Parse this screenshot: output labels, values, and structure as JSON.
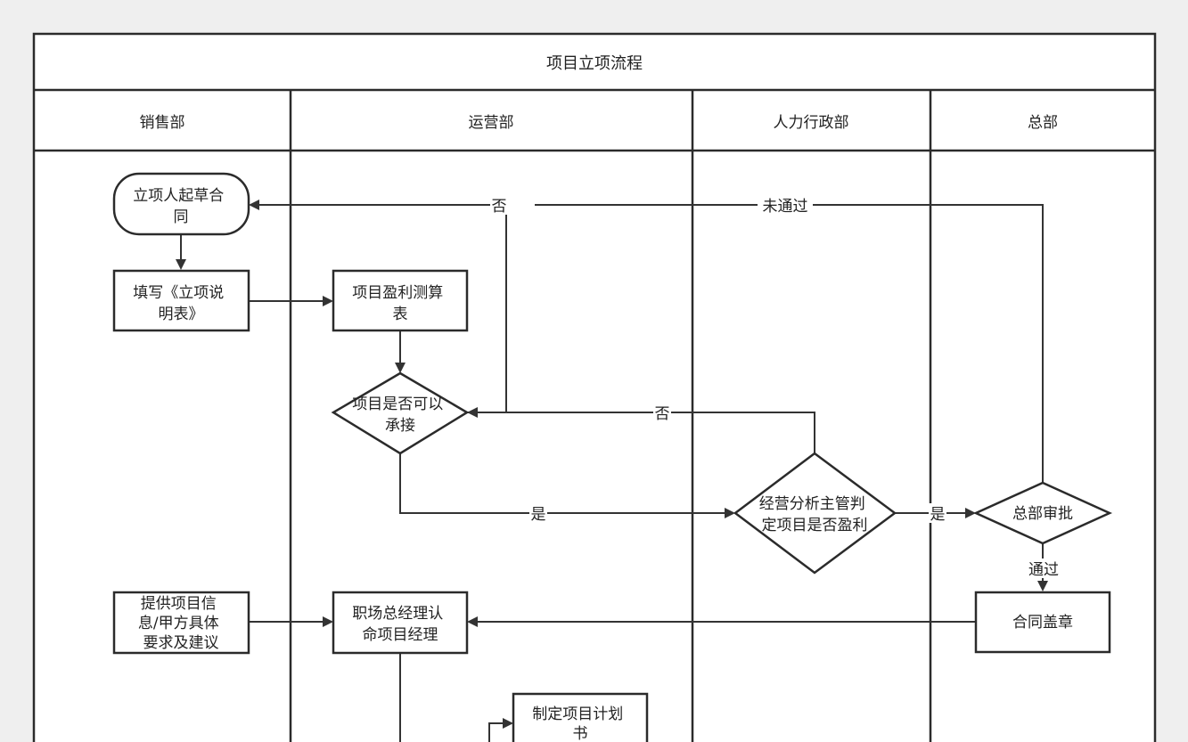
{
  "title": "项目立项流程",
  "lanes": [
    "销售部",
    "运营部",
    "人力行政部",
    "总部"
  ],
  "nodes": {
    "draft": [
      "立项人起草合",
      "同"
    ],
    "fill_form": [
      "填写《立项说",
      "明表》"
    ],
    "profit_calc": [
      "项目盈利测算",
      "表"
    ],
    "can_accept": [
      "项目是否可以",
      "承接"
    ],
    "ops_judge": [
      "经营分析主管判",
      "定项目是否盈利"
    ],
    "hq_approve": [
      "总部审批"
    ],
    "seal": [
      "合同盖章"
    ],
    "provide_info": [
      "提供项目信",
      "息/甲方具体",
      "要求及建议"
    ],
    "appoint_pm": [
      "职场总经理认",
      "命项目经理"
    ],
    "plan": [
      "制定项目计划",
      "书"
    ]
  },
  "edge_labels": {
    "no_to_draft": "否",
    "not_passed": "未通过",
    "no_ops": "否",
    "yes_ops": "是",
    "yes_hq": "是",
    "passed": "通过"
  }
}
